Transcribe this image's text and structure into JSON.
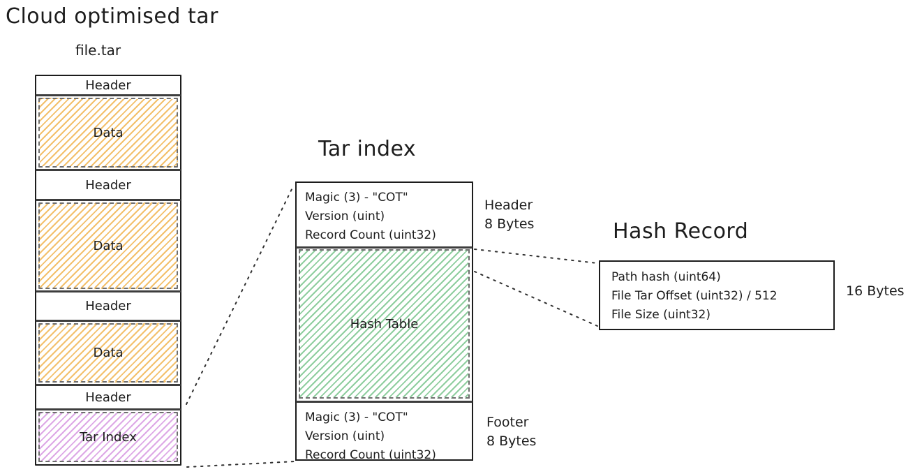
{
  "page_title": "Cloud optimised tar",
  "file_tar": {
    "caption": "file.tar",
    "segments": [
      {
        "kind": "header",
        "label": "Header"
      },
      {
        "kind": "data",
        "label": "Data"
      },
      {
        "kind": "header",
        "label": "Header"
      },
      {
        "kind": "data",
        "label": "Data"
      },
      {
        "kind": "header",
        "label": "Header"
      },
      {
        "kind": "data",
        "label": "Data"
      },
      {
        "kind": "header",
        "label": "Header"
      },
      {
        "kind": "tar-index",
        "label": "Tar Index"
      }
    ]
  },
  "tar_index": {
    "title": "Tar index",
    "header": {
      "lines": [
        "Magic (3) - \"COT\"",
        "Version (uint)",
        "Record Count (uint32)"
      ]
    },
    "hash_table_label": "Hash Table",
    "footer": {
      "lines": [
        "Magic (3) - \"COT\"",
        "Version (uint)",
        "Record Count (uint32)"
      ]
    },
    "annotations": {
      "header": {
        "line1": "Header",
        "line2": "8 Bytes"
      },
      "footer": {
        "line1": "Footer",
        "line2": "8 Bytes"
      }
    }
  },
  "hash_record": {
    "title": "Hash Record",
    "lines": [
      "Path hash (uint64)",
      "File Tar Offset (uint32) / 512",
      "File Size (uint32)"
    ],
    "annotation": "16 Bytes"
  },
  "colors": {
    "ink": "#1c1c1c",
    "divider": "#3d3d3d",
    "data_hatch": "#f3c06b",
    "tar_index_hatch": "#dda8e6",
    "hash_table_hatch": "#8fce9f"
  }
}
